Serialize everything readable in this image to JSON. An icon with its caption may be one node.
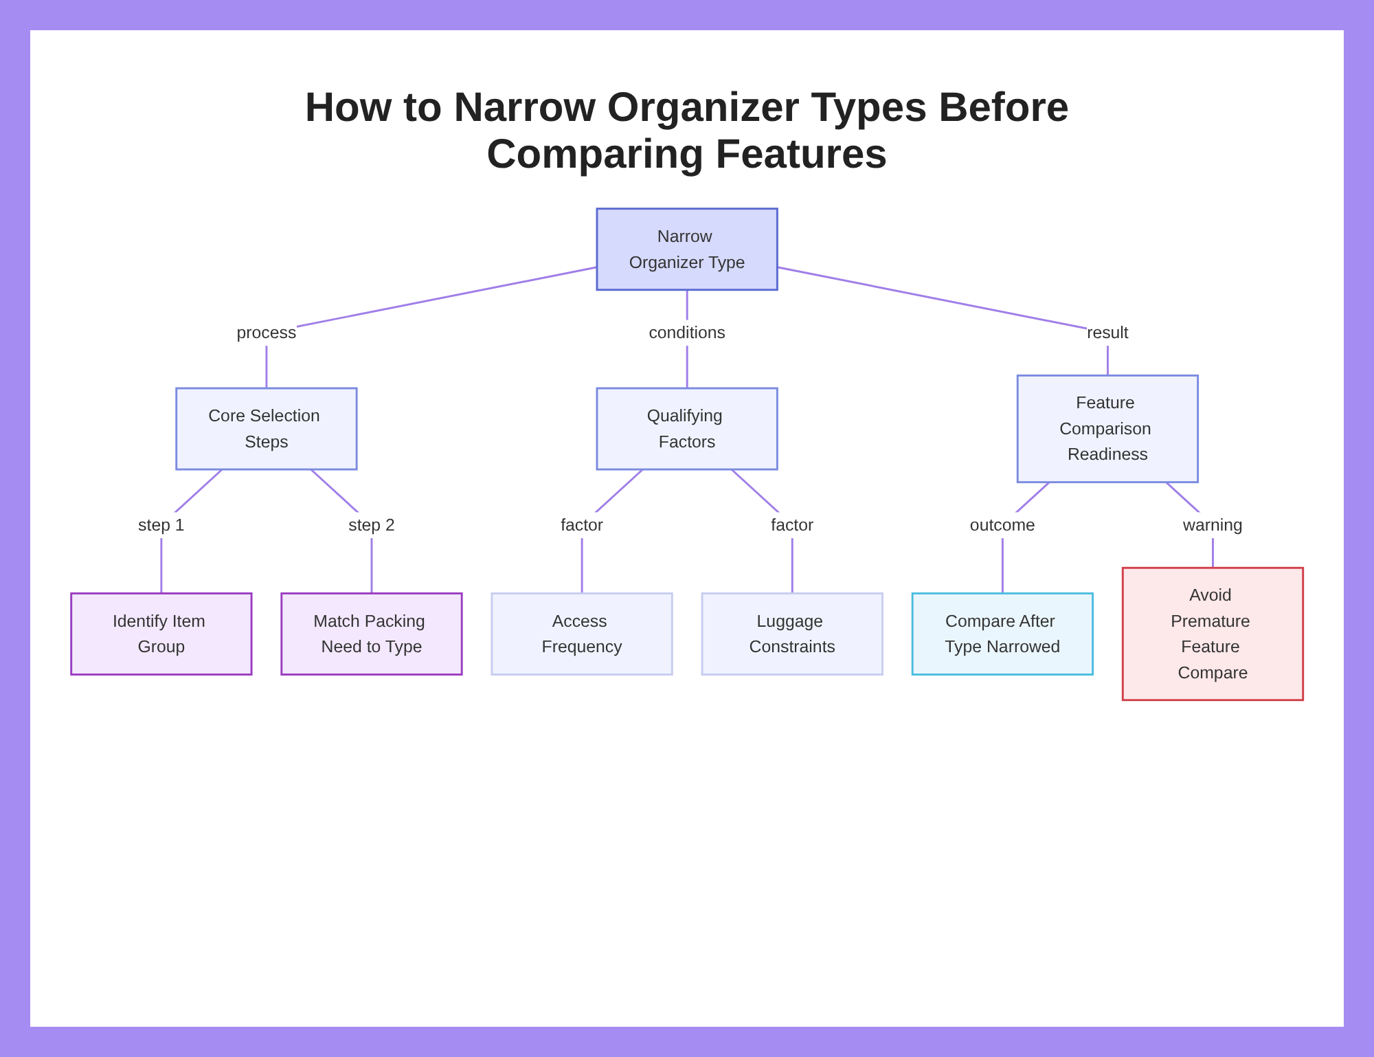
{
  "diagram": {
    "title": "How to Narrow Organizer Types Before Comparing Features",
    "nodes": [
      {
        "text": [
          "Narrow Organizer Type"
        ]
      },
      {
        "text": [
          "Core Selection Steps"
        ]
      },
      {
        "text": [
          "Qualifying Factors"
        ]
      },
      {
        "text": [
          "Feature Comparison Readiness"
        ]
      },
      {
        "text": [
          "Identify Item Group"
        ]
      },
      {
        "text": [
          "Match Packing Need to Type"
        ]
      },
      {
        "text": [
          "Access Frequency"
        ]
      },
      {
        "text": [
          "Luggage Constraints"
        ]
      },
      {
        "text": [
          "Compare After Type Narrowed"
        ]
      },
      {
        "text": [
          "Avoid Premature Feature Compare"
        ]
      }
    ],
    "edges": [
      {
        "from": 0,
        "to": 1,
        "arrow": "none",
        "label": "process"
      },
      {
        "from": 0,
        "to": 2,
        "arrow": "none",
        "label": "conditions"
      },
      {
        "from": 0,
        "to": 3,
        "arrow": "none",
        "label": "result"
      },
      {
        "from": 1,
        "to": 4,
        "arrow": "none",
        "label": "step 1"
      },
      {
        "from": 1,
        "to": 5,
        "arrow": "none",
        "label": "step 2"
      },
      {
        "from": 2,
        "to": 6,
        "arrow": "none",
        "label": "factor"
      },
      {
        "from": 2,
        "to": 7,
        "arrow": "none",
        "label": "factor"
      },
      {
        "from": 3,
        "to": 8,
        "arrow": "none",
        "label": "outcome"
      },
      {
        "from": 3,
        "to": 9,
        "arrow": "none",
        "label": "warning"
      }
    ]
  }
}
